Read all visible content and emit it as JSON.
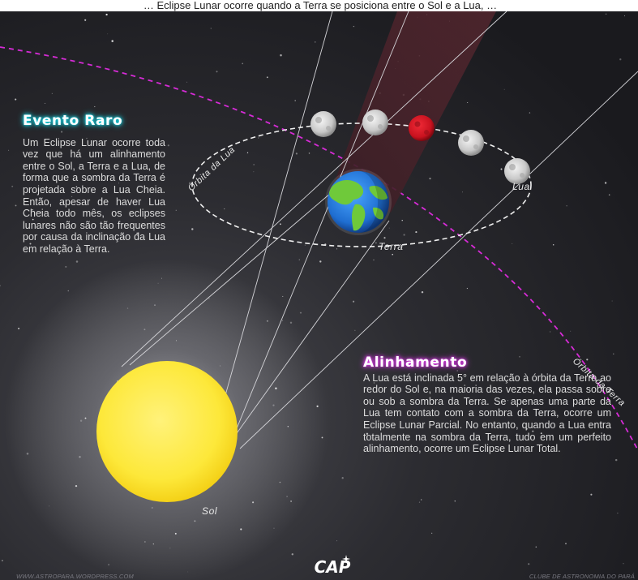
{
  "header_text": "… Eclipse Lunar ocorre quando a Terra se posiciona entre o Sol e a Lua, …",
  "evento": {
    "title": "Evento Raro",
    "body": "Um Eclipse Lunar ocorre toda vez que há um alinhamento entre o Sol, a Terra e a Lua, de forma que a sombra da Terra é projetada sobre a Lua Cheia. Então, apesar de haver Lua Cheia todo mês, os eclipses lunares não são tão frequentes por causa da inclinação da Lua em relação à Terra."
  },
  "alinhamento": {
    "title": "Alinhamento",
    "body": "A Lua está inclinada 5° em relação à órbita da Terra ao redor do Sol e, na maioria das vezes, ela passa sobre ou sob a sombra da Terra. Se apenas uma parte da Lua tem contato com a sombra da Terra, ocorre um Eclipse Lunar Parcial. No entanto, quando a Lua entra totalmente na sombra da Terra, tudo em um perfeito alinhamento, ocorre um Eclipse Lunar Total."
  },
  "labels": {
    "orbita_lua": "Órbita da Lua",
    "orbita_terra": "Órbita da Terra",
    "lua": "Lua",
    "terra": "Terra",
    "sol": "Sol"
  },
  "footer": {
    "left": "WWW.ASTROPARA.WORDPRESS.COM",
    "right": "CLUBE DE ASTRONOMIA DO PARÁ"
  },
  "logo_text": "CAP",
  "colors": {
    "background": "#1f1f23",
    "earth_orbit": "#d62bd6",
    "moon_orbit": "#ffffff",
    "sun": "#fde83a",
    "eclipsed_moon": "#c9121f",
    "evento_glow": "#18e0f0",
    "alinhamento_glow": "#e23cf0"
  }
}
